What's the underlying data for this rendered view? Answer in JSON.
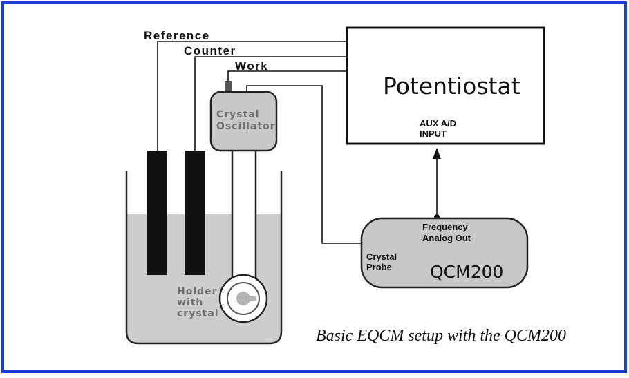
{
  "colors": {
    "border": "#1a3fd6",
    "box_fill": "#c8c8c8",
    "liquid": "#cdcdcd",
    "electrode": "#111111",
    "line": "#111111"
  },
  "leads": {
    "reference": "Reference",
    "counter": "Counter",
    "work": "Work"
  },
  "potentiostat": {
    "title": "Potentiostat",
    "aux_line1": "AUX A/D",
    "aux_line2": "INPUT"
  },
  "oscillator": {
    "line1": "Crystal",
    "line2": "Oscillator"
  },
  "holder": {
    "line1": "Holder",
    "line2": "with",
    "line3": "crystal"
  },
  "qcm200": {
    "title": "QCM200",
    "freq_line1": "Frequency",
    "freq_line2": "Analog Out",
    "probe_line1": "Crystal",
    "probe_line2": "Probe"
  },
  "caption": "Basic EQCM setup with the QCM200"
}
